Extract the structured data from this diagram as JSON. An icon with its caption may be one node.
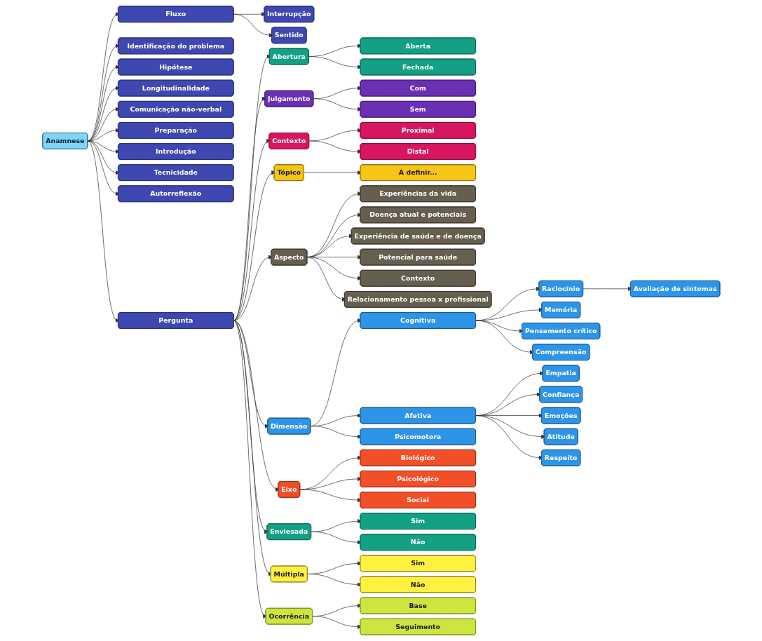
{
  "diagram": {
    "nodes": [
      {
        "text": [
          "Anamnese"
        ]
      },
      {
        "text": [
          "Pergunta"
        ]
      },
      {
        "text": [
          "Identificação do problema"
        ]
      },
      {
        "text": [
          "Hipótese"
        ]
      },
      {
        "text": [
          "Longitudinalidade"
        ]
      },
      {
        "text": [
          "Comunicação não-verbal"
        ]
      },
      {
        "text": [
          "Preparação"
        ]
      },
      {
        "text": [
          "Introdução"
        ]
      },
      {
        "text": [
          "Tecnicidade"
        ]
      },
      {
        "text": [
          "Autorreflexão"
        ]
      },
      {
        "text": [
          "Fluxo"
        ]
      },
      {
        "text": [
          "Interrupção"
        ]
      },
      {
        "text": [
          "Sentido"
        ]
      },
      {
        "text": [
          "Abertura"
        ]
      },
      {
        "text": [
          "Aberta"
        ]
      },
      {
        "text": [
          "Fechada"
        ]
      },
      {
        "text": [
          "Julgamento"
        ]
      },
      {
        "text": [
          "Com"
        ]
      },
      {
        "text": [
          "Sem"
        ]
      },
      {
        "text": [
          "Contexto"
        ]
      },
      {
        "text": [
          "Proximal"
        ]
      },
      {
        "text": [
          "Distal"
        ]
      },
      {
        "text": [
          "Tópico"
        ]
      },
      {
        "text": [
          "A definir..."
        ]
      },
      {
        "text": [
          "Aspecto"
        ]
      },
      {
        "text": [
          "Experiências da vida"
        ]
      },
      {
        "text": [
          "Doença atual e potenciais"
        ]
      },
      {
        "text": [
          "Experiência de saúde e de doença"
        ]
      },
      {
        "text": [
          "Potencial para saúde"
        ]
      },
      {
        "text": [
          "Contexto"
        ]
      },
      {
        "text": [
          "Relacionamento pessoa x profissional"
        ]
      },
      {
        "text": [
          "Dimensão"
        ]
      },
      {
        "text": [
          "Cognitiva"
        ]
      },
      {
        "text": [
          "Raciocínio"
        ]
      },
      {
        "text": [
          "Avaliação de sintomas"
        ]
      },
      {
        "text": [
          "Memória"
        ]
      },
      {
        "text": [
          "Pensamento crítico"
        ]
      },
      {
        "text": [
          "Compreensão"
        ]
      },
      {
        "text": [
          "Afetiva"
        ]
      },
      {
        "text": [
          "Empatia"
        ]
      },
      {
        "text": [
          "Confiança"
        ]
      },
      {
        "text": [
          "Emoções"
        ]
      },
      {
        "text": [
          "Atitude"
        ]
      },
      {
        "text": [
          "Respeito"
        ]
      },
      {
        "text": [
          "Psicomotora"
        ]
      },
      {
        "text": [
          "Eixo"
        ]
      },
      {
        "text": [
          "Biológico"
        ]
      },
      {
        "text": [
          "Psicológico"
        ]
      },
      {
        "text": [
          "Social"
        ]
      },
      {
        "text": [
          "Enviesada"
        ]
      },
      {
        "text": [
          "Sim"
        ]
      },
      {
        "text": [
          "Não"
        ]
      },
      {
        "text": [
          "Múltipla"
        ]
      },
      {
        "text": [
          "Sim"
        ]
      },
      {
        "text": [
          "Não"
        ]
      },
      {
        "text": [
          "Ocorrência"
        ]
      },
      {
        "text": [
          "Base"
        ]
      },
      {
        "text": [
          "Seguimento"
        ]
      }
    ],
    "edges": [
      {
        "from": 0,
        "to": 1,
        "arrow": "to"
      },
      {
        "from": 0,
        "to": 2,
        "arrow": "to"
      },
      {
        "from": 0,
        "to": 3,
        "arrow": "to"
      },
      {
        "from": 0,
        "to": 4,
        "arrow": "to"
      },
      {
        "from": 0,
        "to": 5,
        "arrow": "to"
      },
      {
        "from": 0,
        "to": 6,
        "arrow": "to"
      },
      {
        "from": 0,
        "to": 7,
        "arrow": "to"
      },
      {
        "from": 0,
        "to": 8,
        "arrow": "to"
      },
      {
        "from": 0,
        "to": 9,
        "arrow": "to"
      },
      {
        "from": 0,
        "to": 10,
        "arrow": "to"
      },
      {
        "from": 10,
        "to": 11,
        "arrow": "to"
      },
      {
        "from": 10,
        "to": 12,
        "arrow": "to"
      },
      {
        "from": 1,
        "to": 13,
        "arrow": "to"
      },
      {
        "from": 13,
        "to": 14,
        "arrow": "to"
      },
      {
        "from": 13,
        "to": 15,
        "arrow": "to"
      },
      {
        "from": 1,
        "to": 16,
        "arrow": "to"
      },
      {
        "from": 16,
        "to": 17,
        "arrow": "to"
      },
      {
        "from": 16,
        "to": 18,
        "arrow": "to"
      },
      {
        "from": 1,
        "to": 19,
        "arrow": "to"
      },
      {
        "from": 19,
        "to": 20,
        "arrow": "to"
      },
      {
        "from": 19,
        "to": 21,
        "arrow": "to"
      },
      {
        "from": 1,
        "to": 22,
        "arrow": "to"
      },
      {
        "from": 22,
        "to": 23,
        "arrow": "to"
      },
      {
        "from": 1,
        "to": 24,
        "arrow": "to"
      },
      {
        "from": 24,
        "to": 25,
        "arrow": "to"
      },
      {
        "from": 24,
        "to": 26,
        "arrow": "to"
      },
      {
        "from": 24,
        "to": 27,
        "arrow": "to"
      },
      {
        "from": 24,
        "to": 28,
        "arrow": "to"
      },
      {
        "from": 24,
        "to": 29,
        "arrow": "to"
      },
      {
        "from": 24,
        "to": 30,
        "arrow": "to"
      },
      {
        "from": 1,
        "to": 31,
        "arrow": "to"
      },
      {
        "from": 31,
        "to": 32,
        "arrow": "to"
      },
      {
        "from": 32,
        "to": 33,
        "arrow": "to"
      },
      {
        "from": 33,
        "to": 34,
        "arrow": "to"
      },
      {
        "from": 32,
        "to": 35,
        "arrow": "to"
      },
      {
        "from": 32,
        "to": 36,
        "arrow": "to"
      },
      {
        "from": 32,
        "to": 37,
        "arrow": "to"
      },
      {
        "from": 31,
        "to": 38,
        "arrow": "to"
      },
      {
        "from": 38,
        "to": 39,
        "arrow": "to"
      },
      {
        "from": 38,
        "to": 40,
        "arrow": "to"
      },
      {
        "from": 38,
        "to": 41,
        "arrow": "to"
      },
      {
        "from": 38,
        "to": 42,
        "arrow": "to"
      },
      {
        "from": 38,
        "to": 43,
        "arrow": "to"
      },
      {
        "from": 31,
        "to": 44,
        "arrow": "to"
      },
      {
        "from": 1,
        "to": 45,
        "arrow": "to"
      },
      {
        "from": 45,
        "to": 46,
        "arrow": "to"
      },
      {
        "from": 45,
        "to": 47,
        "arrow": "to"
      },
      {
        "from": 45,
        "to": 48,
        "arrow": "to"
      },
      {
        "from": 1,
        "to": 49,
        "arrow": "to"
      },
      {
        "from": 49,
        "to": 50,
        "arrow": "to"
      },
      {
        "from": 49,
        "to": 51,
        "arrow": "to"
      },
      {
        "from": 1,
        "to": 52,
        "arrow": "to"
      },
      {
        "from": 52,
        "to": 53,
        "arrow": "to"
      },
      {
        "from": 52,
        "to": 54,
        "arrow": "to"
      },
      {
        "from": 1,
        "to": 55,
        "arrow": "to"
      },
      {
        "from": 55,
        "to": 56,
        "arrow": "to"
      },
      {
        "from": 55,
        "to": 57,
        "arrow": "to"
      }
    ]
  }
}
